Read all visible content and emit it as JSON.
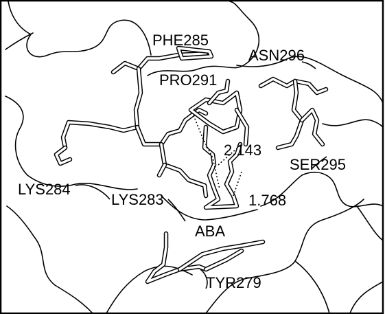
{
  "residues": {
    "phe285": "PHE285",
    "asn296": "ASN296",
    "pro291": "PRO291",
    "ser295": "SER295",
    "lys284": "LYS284",
    "lys283": "LYS283",
    "aba": "ABA",
    "tyr279": "TYR279"
  },
  "distances": {
    "d1": "2.143",
    "d2": "1.768"
  }
}
